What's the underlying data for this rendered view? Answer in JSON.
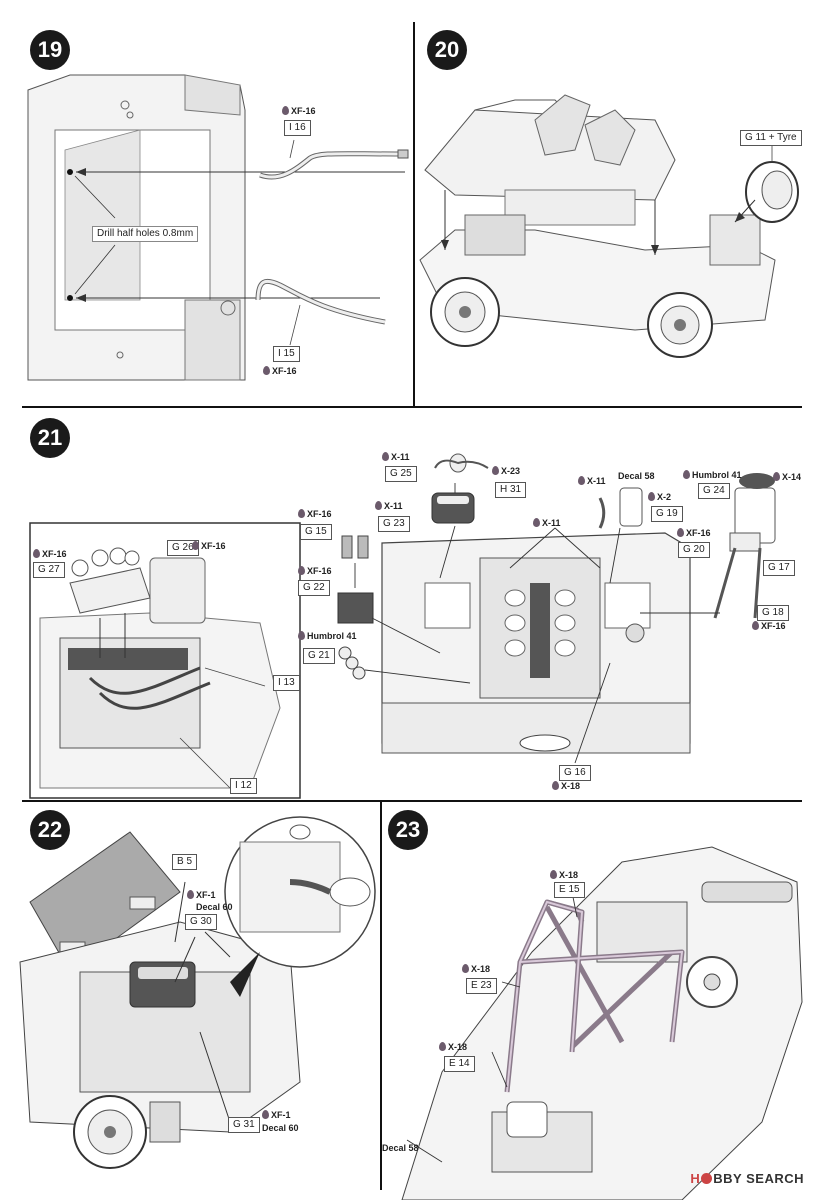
{
  "steps": {
    "s19": {
      "number": "19",
      "parts": {
        "i16": "I 16",
        "i15": "I 15"
      },
      "paint_top": "XF-16",
      "paint_bottom": "XF-16",
      "note": "Drill half holes 0.8mm"
    },
    "s20": {
      "number": "20",
      "wheel_label": "G 11 + Tyre"
    },
    "s21": {
      "number": "21",
      "parts": {
        "g25": "G 25",
        "h31": "H 31",
        "g23": "G 23",
        "g15": "G 15",
        "g22": "G 22",
        "g21": "G 21",
        "g19": "G 19",
        "g24": "G 24",
        "g20": "G 20",
        "g17": "G 17",
        "g18": "G 18",
        "g16": "G 16",
        "g26": "G 26",
        "g27": "G 27",
        "i13": "I 13",
        "i12": "I 12"
      },
      "paints": {
        "x11_a": "X-11",
        "x23": "X-23",
        "x11_b": "X-11",
        "x11_c": "X-11",
        "x11_d": "X-11",
        "xf16_a": "XF-16",
        "xf16_b": "XF-16",
        "humbrol_a": "Humbrol 41",
        "decal": "Decal 58",
        "x2": "X-2",
        "humbrol_b": "Humbrol 41",
        "x14": "X-14",
        "xf16_c": "XF-16",
        "xf16_d": "XF-16",
        "x18": "X-18",
        "xf16_e": "XF-16",
        "xf16_f": "XF-16"
      }
    },
    "s22": {
      "number": "22",
      "parts": {
        "b5": "B 5",
        "g30": "G 30",
        "g31": "G 31"
      },
      "paints": {
        "xf1_a": "XF-1",
        "decal_a": "Decal 60",
        "xf1_b": "XF-1",
        "decal_b": "Decal 60"
      }
    },
    "s23": {
      "number": "23",
      "parts": {
        "e15": "E 15",
        "e23": "E 23",
        "e14": "E 14"
      },
      "paints": {
        "x18_a": "X-18",
        "x18_b": "X-18",
        "x18_c": "X-18",
        "decal": "Decal 58"
      }
    }
  },
  "watermark": {
    "brand_a": "H",
    "brand_b": "BBY SEARCH"
  }
}
